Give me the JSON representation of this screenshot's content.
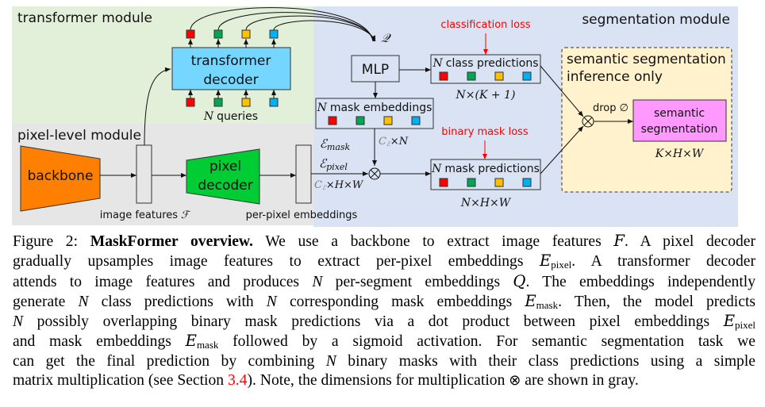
{
  "diagram": {
    "modules": {
      "transformer": "transformer module",
      "pixel_level": "pixel-level module",
      "segmentation": "segmentation module",
      "semantic_inference": [
        "semantic segmentation",
        "inference only"
      ]
    },
    "blocks": {
      "transformer_decoder": [
        "transformer",
        "decoder"
      ],
      "backbone": "backbone",
      "pixel_decoder": [
        "pixel",
        "decoder"
      ],
      "mlp": "MLP",
      "semantic_segmentation": [
        "semantic",
        "segmentation"
      ]
    },
    "labels": {
      "n": "N",
      "queries": "queries",
      "q_symbol": "𝒬",
      "image_features": "image features",
      "f_symbol": "ℱ",
      "per_pixel_embeddings": "per-pixel embeddings",
      "mask_embeddings": "mask embeddings",
      "class_predictions": "class predictions",
      "mask_predictions": "mask predictions",
      "e_mask": "ℰ",
      "e_mask_sub": "mask",
      "e_pixel": "ℰ",
      "e_pixel_sub": "pixel",
      "dim_mask_emb": "C",
      "dim_mask_emb_rest": "×N",
      "dim_pixel": "C",
      "dim_pixel_rest": "×H×W",
      "dim_class": "N×(K + 1)",
      "dim_mask_pred": "N×H×W",
      "dim_semseg": "K×H×W",
      "drop": "drop ∅",
      "classification_loss": "classification loss",
      "binary_mask_loss": "binary mask loss"
    },
    "query_colors": [
      "#ff0000",
      "#00a651",
      "#ffc000",
      "#00b0f0"
    ],
    "colors": {
      "transformer_bg": "#e2efd9",
      "pixel_bg": "#e7e6e6",
      "segmentation_bg": "#dae3f3",
      "inference_bg": "#fff2cc",
      "decoder_fill": "#75d7ff",
      "backbone_fill": "#ff7f00",
      "pixel_decoder_fill": "#00cc33",
      "semseg_fill": "#ff99ff",
      "loss": "#ff0000"
    }
  },
  "caption": {
    "prefix": "Figure 2:",
    "title": "MaskFormer overview.",
    "lines": [
      [
        "We use a backbone to extract image features ",
        "F",
        ". A pixel decoder"
      ],
      [
        "gradually upsamples image features to extract per-pixel embeddings ",
        "E",
        "pixel",
        ". A transformer decoder"
      ],
      [
        "attends to image features and produces ",
        "N",
        " per-segment embeddings ",
        "Q",
        ". The embeddings independently"
      ],
      [
        "generate ",
        "N",
        " class predictions with ",
        "N",
        " corresponding mask embeddings ",
        "E",
        "mask",
        ". Then, the model predicts"
      ],
      [
        "N",
        " possibly overlapping binary mask predictions via a dot product between pixel embeddings ",
        "E",
        "pixel"
      ],
      [
        "and mask embeddings ",
        "E",
        "mask",
        " followed by a sigmoid activation. For semantic segmentation task we"
      ],
      [
        "can get the final prediction by combining ",
        "N",
        " binary masks with their class predictions using a simple"
      ],
      [
        "matrix multiplication (see Section ",
        "3.4",
        "). Note, the dimensions for multiplication ",
        "⊗",
        " are shown in gray."
      ]
    ]
  }
}
